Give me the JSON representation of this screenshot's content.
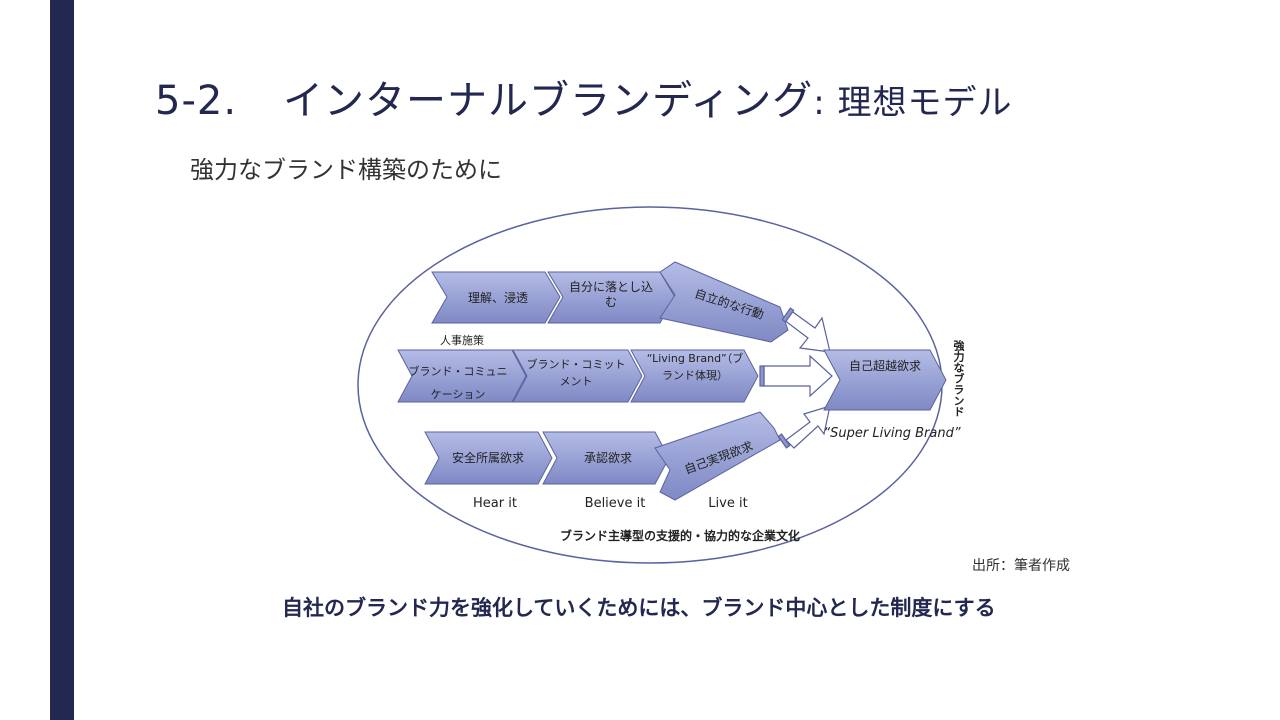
{
  "slide": {
    "section_number": "5-2.",
    "title_main": "インターナルブランディング",
    "title_sub": ": 理想モデル",
    "subtitle": "強力なブランド構築のために",
    "source": "出所：筆者作成",
    "conclusion": "自社のブランド力を強化していくためには、ブランド中心とした制度にする"
  },
  "diagram": {
    "row_top": [
      "理解、浸透",
      "自分に落とし込む",
      "自立的な行動"
    ],
    "row_mid_label": "人事施策",
    "row_mid": [
      "ブランド・コミュニケーション",
      "ブランド・コミットメント",
      "“Living Brand”（ブランド体現）"
    ],
    "row_bottom": [
      "安全所属欲求",
      "承認欲求",
      "自己実現欲求"
    ],
    "stage_labels": [
      "Hear it",
      "Believe it",
      "Live it"
    ],
    "goal": "自己超越欲求",
    "goal_caption": "“Super Living Brand”",
    "vertical_label": "強力なブランド",
    "footer": "ブランド主導型の支援的・協力的な企業文化",
    "colors": {
      "accent": "#232850",
      "shape_fill": "#8c96cc",
      "shape_stroke": "#5a62a0"
    }
  }
}
